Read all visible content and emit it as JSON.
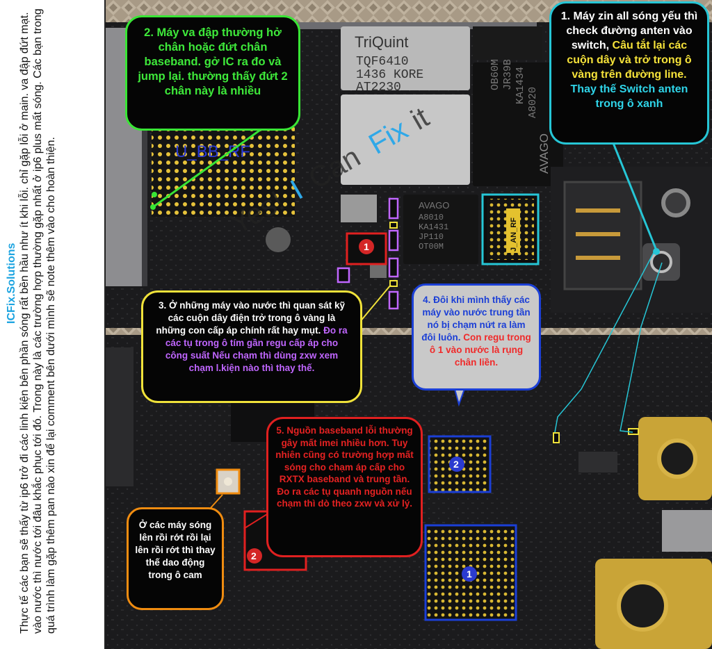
{
  "side": {
    "brand": "ICFix.Solutions",
    "text": "Thực tế các bạn sẽ thấy từ ip6 trở đi các linh kiện bên phần sóng rất bền hầu như ít khi lỗi. chỉ gặp lỗi ở main. va đập đứt mạt. vào nước thì nước tới đâu khắc phục tới đó. Trong này là các trường hợp thường gặp nhất ở ip6 plus mất sóng. Các bạn trong quá trình làm gặp thêm pan nào xin để lại comment bên dưới mình sẽ note thêm vào cho hoàn thiện."
  },
  "chips": {
    "triquint_brand": "TriQuint",
    "triquint_line1": "TQF6410",
    "triquint_line2": "1436 KORE",
    "triquint_line3": "AT2230",
    "avago1_line1": "OB60M",
    "avago1_line2": "JR39B",
    "avago1_line3": "KA1434",
    "avago1_line4": "A8020",
    "avago1_brand": "AVAGO",
    "avago2_brand": "AVAGO",
    "avago2_line1": "A8010",
    "avago2_line2": "KA1431",
    "avago2_line3": "JP110",
    "avago2_line4": "OT00M"
  },
  "labels": {
    "ubbrf": "U_BB_RF",
    "switch_label": "J_AN_RF",
    "watermark_yes": "Yes!",
    "watermark_i": "I",
    "watermark_can": "Can",
    "watermark_fix": "Fix",
    "watermark_it": "it",
    "marker_1": "1",
    "marker_2": "2"
  },
  "notes": {
    "n2": "2. Máy va đập thường hở chân hoặc đứt chân baseband. gở IC ra đo và jump lại. thường thấy đứt 2 chân này là nhiều",
    "n1_a": "1. Máy zin all sóng yếu thì check đường anten vào switch, ",
    "n1_b": "Câu tắt lại các cuộn dây và trở trong ô vàng trên đường line. ",
    "n1_c": "Thay thế Switch anten trong ô xanh",
    "n3_a": "3. Ở những máy vào nước thì quan sát kỹ các cuộn dây điện trở trong ô vàng là những con cấp áp chính rất hay mụt. ",
    "n3_b": "Đo ra các tụ trong ô tím gần regu cấp áp cho công suất Nếu chạm thì dùng zxw xem chạm l.kiện nào thì thay thế.",
    "n4_a": "4. Đôi khi mình thấy các máy vào nước trung tần nó bị chạm nứt ra làm đôi luôn. ",
    "n4_b": "Con regu trong ô 1 vào nước là rụng chân liền.",
    "n5": "5. Nguồn baseband lỗi thường gây mất imei nhiều hơn. Tuy nhiên cũng có trường hợp mất sóng cho chạm áp cấp cho RXTX baseband và trung tần. Đo ra các tụ quanh nguồn nếu chạm thì dò theo zxw và xử lý.",
    "n6": "Ở các máy sóng lên rồi rớt rồi lại lên rồi rớt thì thay thế dao động trong ô cam"
  },
  "colors": {
    "green": "#39e535",
    "cyan": "#26c6d6",
    "yellow": "#f0e23a",
    "blue": "#1b3fd6",
    "red": "#e02020",
    "orange": "#f08c10",
    "purple": "#c066ff",
    "brand_blue": "#1aa3e0"
  }
}
